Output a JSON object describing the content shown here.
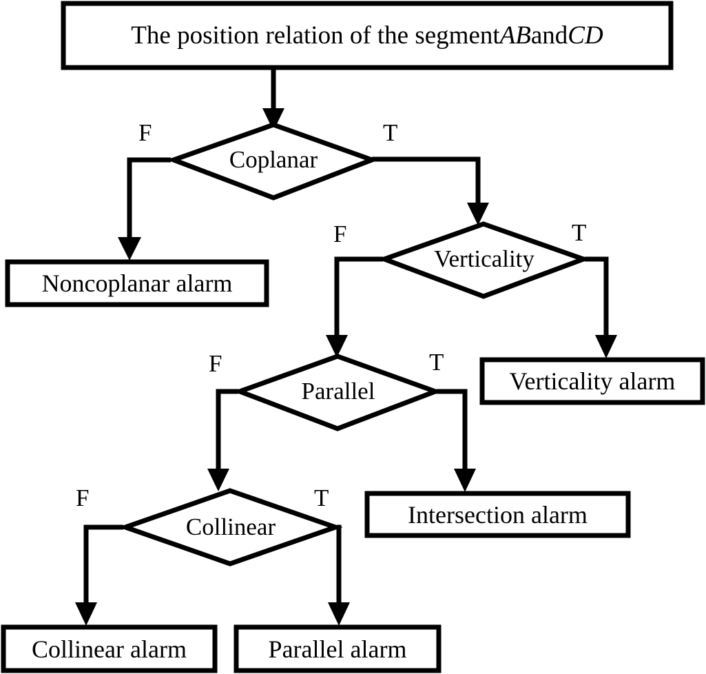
{
  "diagram": {
    "type": "flowchart",
    "title_node": {
      "id": "title",
      "shape": "rectangle",
      "text_prefix": "The position relation of the segment ",
      "text_italic_1": "AB",
      "text_middle": " and ",
      "text_italic_2": "CD",
      "full_text": "The position relation of the segment AB and CD"
    },
    "decisions": [
      {
        "id": "coplanar",
        "label": "Coplanar"
      },
      {
        "id": "verticality",
        "label": "Verticality"
      },
      {
        "id": "parallel",
        "label": "Parallel"
      },
      {
        "id": "collinear",
        "label": "Collinear"
      }
    ],
    "terminals": [
      {
        "id": "noncoplanar-alarm",
        "label": "Noncoplanar alarm"
      },
      {
        "id": "verticality-alarm",
        "label": "Verticality alarm"
      },
      {
        "id": "intersection-alarm",
        "label": "Intersection alarm"
      },
      {
        "id": "collinear-alarm",
        "label": "Collinear alarm"
      },
      {
        "id": "parallel-alarm",
        "label": "Parallel alarm"
      }
    ],
    "edge_labels": {
      "coplanar_false": "F",
      "coplanar_true": "T",
      "verticality_false": "F",
      "verticality_true": "T",
      "parallel_false": "F",
      "parallel_true": "T",
      "collinear_false": "F",
      "collinear_true": "T"
    },
    "edges": [
      {
        "from": "title",
        "to": "coplanar",
        "label": ""
      },
      {
        "from": "coplanar",
        "to": "noncoplanar-alarm",
        "label": "F"
      },
      {
        "from": "coplanar",
        "to": "verticality",
        "label": "T"
      },
      {
        "from": "verticality",
        "to": "parallel",
        "label": "F"
      },
      {
        "from": "verticality",
        "to": "verticality-alarm",
        "label": "T"
      },
      {
        "from": "parallel",
        "to": "collinear",
        "label": "F"
      },
      {
        "from": "parallel",
        "to": "intersection-alarm",
        "label": "T"
      },
      {
        "from": "collinear",
        "to": "collinear-alarm",
        "label": "F"
      },
      {
        "from": "collinear",
        "to": "parallel-alarm",
        "label": "T"
      }
    ],
    "colors": {
      "stroke": "#000000",
      "fill": "#ffffff",
      "text": "#000000"
    }
  }
}
